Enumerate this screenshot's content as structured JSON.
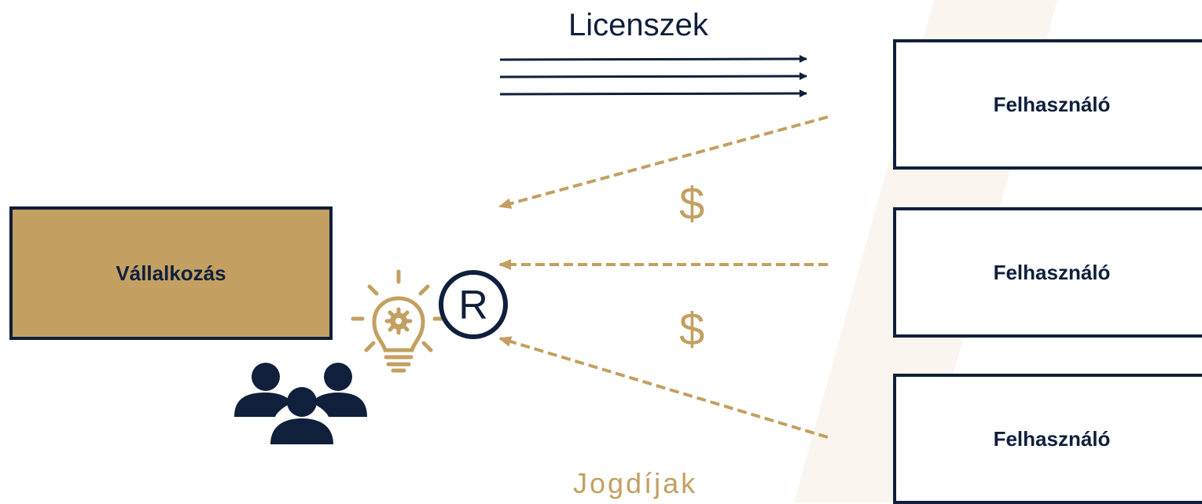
{
  "diagram": {
    "licenses_label": "Licenszek",
    "royalties_label": "Jogdíjak",
    "business_label": "Vállalkozás",
    "users": [
      {
        "label": "Felhasználó"
      },
      {
        "label": "Felhasználó"
      },
      {
        "label": "Felhasználó"
      }
    ],
    "payments": [
      {
        "symbol": "$"
      },
      {
        "symbol": "$"
      }
    ],
    "registered_symbol": "R",
    "colors": {
      "navy": "#0f1f3c",
      "gold": "#c3a061",
      "stripe": "#faf5ee"
    },
    "icons": [
      "lightbulb-gear-icon",
      "registered-trademark-icon",
      "people-group-icon"
    ]
  }
}
